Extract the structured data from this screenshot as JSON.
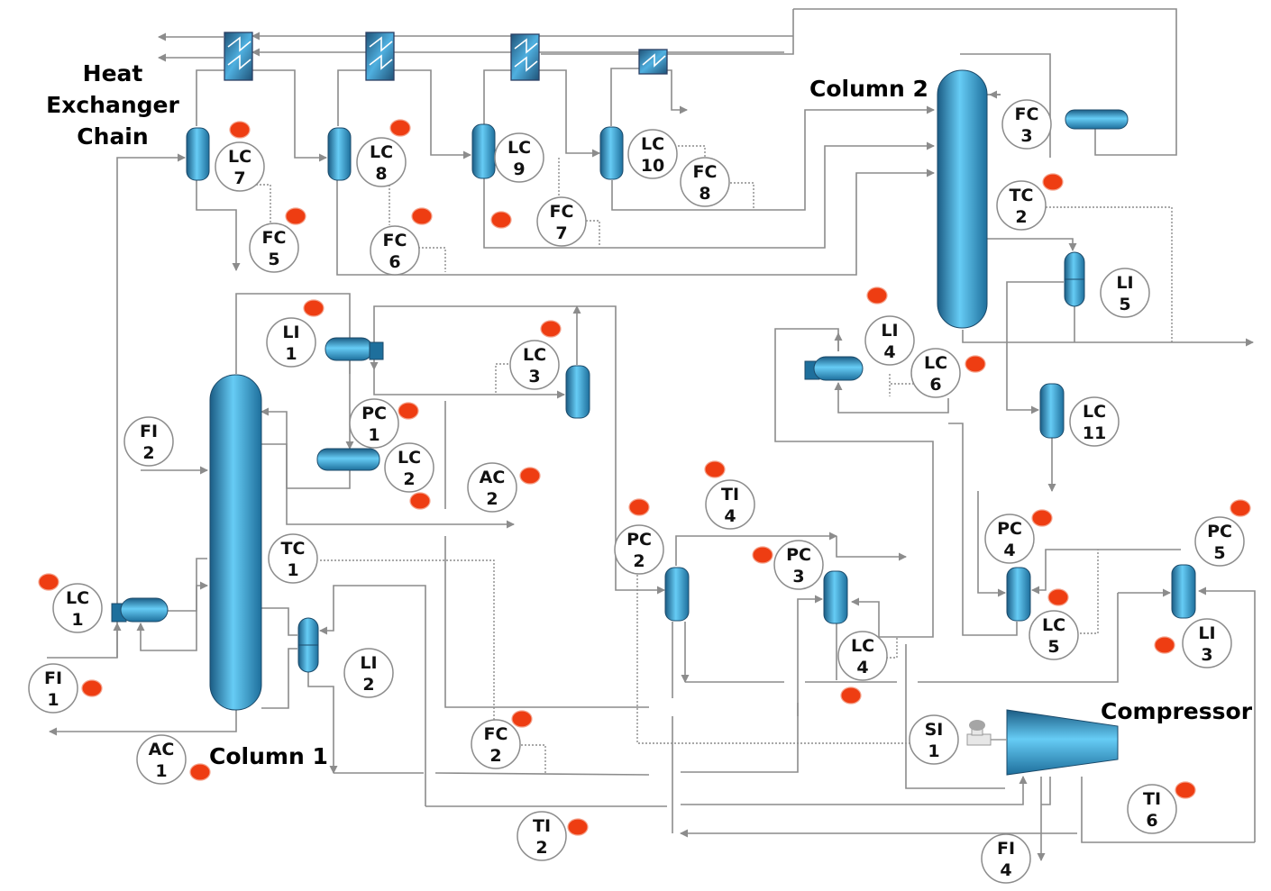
{
  "titles": {
    "heat_exchanger_chain": [
      "Heat",
      "Exchanger",
      "Chain"
    ],
    "column_1": "Column 1",
    "column_2": "Column 2",
    "compressor": "Compressor"
  },
  "colors": {
    "vessel_light": "#66ccf5",
    "vessel_dark": "#1b5c84",
    "alarm": "#ee3d12",
    "pipe": "#8c8c8c"
  },
  "instruments": [
    {
      "id": "lc7",
      "tag": "LC",
      "num": "7"
    },
    {
      "id": "lc8",
      "tag": "LC",
      "num": "8"
    },
    {
      "id": "lc9",
      "tag": "LC",
      "num": "9"
    },
    {
      "id": "lc10",
      "tag": "LC",
      "num": "10"
    },
    {
      "id": "fc8",
      "tag": "FC",
      "num": "8"
    },
    {
      "id": "fc5",
      "tag": "FC",
      "num": "5"
    },
    {
      "id": "fc6",
      "tag": "FC",
      "num": "6"
    },
    {
      "id": "fc7",
      "tag": "FC",
      "num": "7"
    },
    {
      "id": "fc3",
      "tag": "FC",
      "num": "3"
    },
    {
      "id": "tc2",
      "tag": "TC",
      "num": "2"
    },
    {
      "id": "li5",
      "tag": "LI",
      "num": "5"
    },
    {
      "id": "li1",
      "tag": "LI",
      "num": "1"
    },
    {
      "id": "lc3",
      "tag": "LC",
      "num": "3"
    },
    {
      "id": "pc1",
      "tag": "PC",
      "num": "1"
    },
    {
      "id": "lc2",
      "tag": "LC",
      "num": "2"
    },
    {
      "id": "fi2",
      "tag": "FI",
      "num": "2"
    },
    {
      "id": "ac2",
      "tag": "AC",
      "num": "2"
    },
    {
      "id": "li4",
      "tag": "LI",
      "num": "4"
    },
    {
      "id": "lc6",
      "tag": "LC",
      "num": "6"
    },
    {
      "id": "lc11",
      "tag": "LC",
      "num": "11"
    },
    {
      "id": "ti4",
      "tag": "TI",
      "num": "4"
    },
    {
      "id": "pc2",
      "tag": "PC",
      "num": "2"
    },
    {
      "id": "pc3",
      "tag": "PC",
      "num": "3"
    },
    {
      "id": "pc4",
      "tag": "PC",
      "num": "4"
    },
    {
      "id": "pc5",
      "tag": "PC",
      "num": "5"
    },
    {
      "id": "tc1",
      "tag": "TC",
      "num": "1"
    },
    {
      "id": "lc1",
      "tag": "LC",
      "num": "1"
    },
    {
      "id": "li2",
      "tag": "LI",
      "num": "2"
    },
    {
      "id": "lc4",
      "tag": "LC",
      "num": "4"
    },
    {
      "id": "lc5",
      "tag": "LC",
      "num": "5"
    },
    {
      "id": "li3",
      "tag": "LI",
      "num": "3"
    },
    {
      "id": "fi1",
      "tag": "FI",
      "num": "1"
    },
    {
      "id": "ac1",
      "tag": "AC",
      "num": "1"
    },
    {
      "id": "fc2",
      "tag": "FC",
      "num": "2"
    },
    {
      "id": "si1",
      "tag": "SI",
      "num": "1"
    },
    {
      "id": "ti2",
      "tag": "TI",
      "num": "2"
    },
    {
      "id": "ti6",
      "tag": "TI",
      "num": "6"
    },
    {
      "id": "fi4",
      "tag": "FI",
      "num": "4"
    }
  ]
}
